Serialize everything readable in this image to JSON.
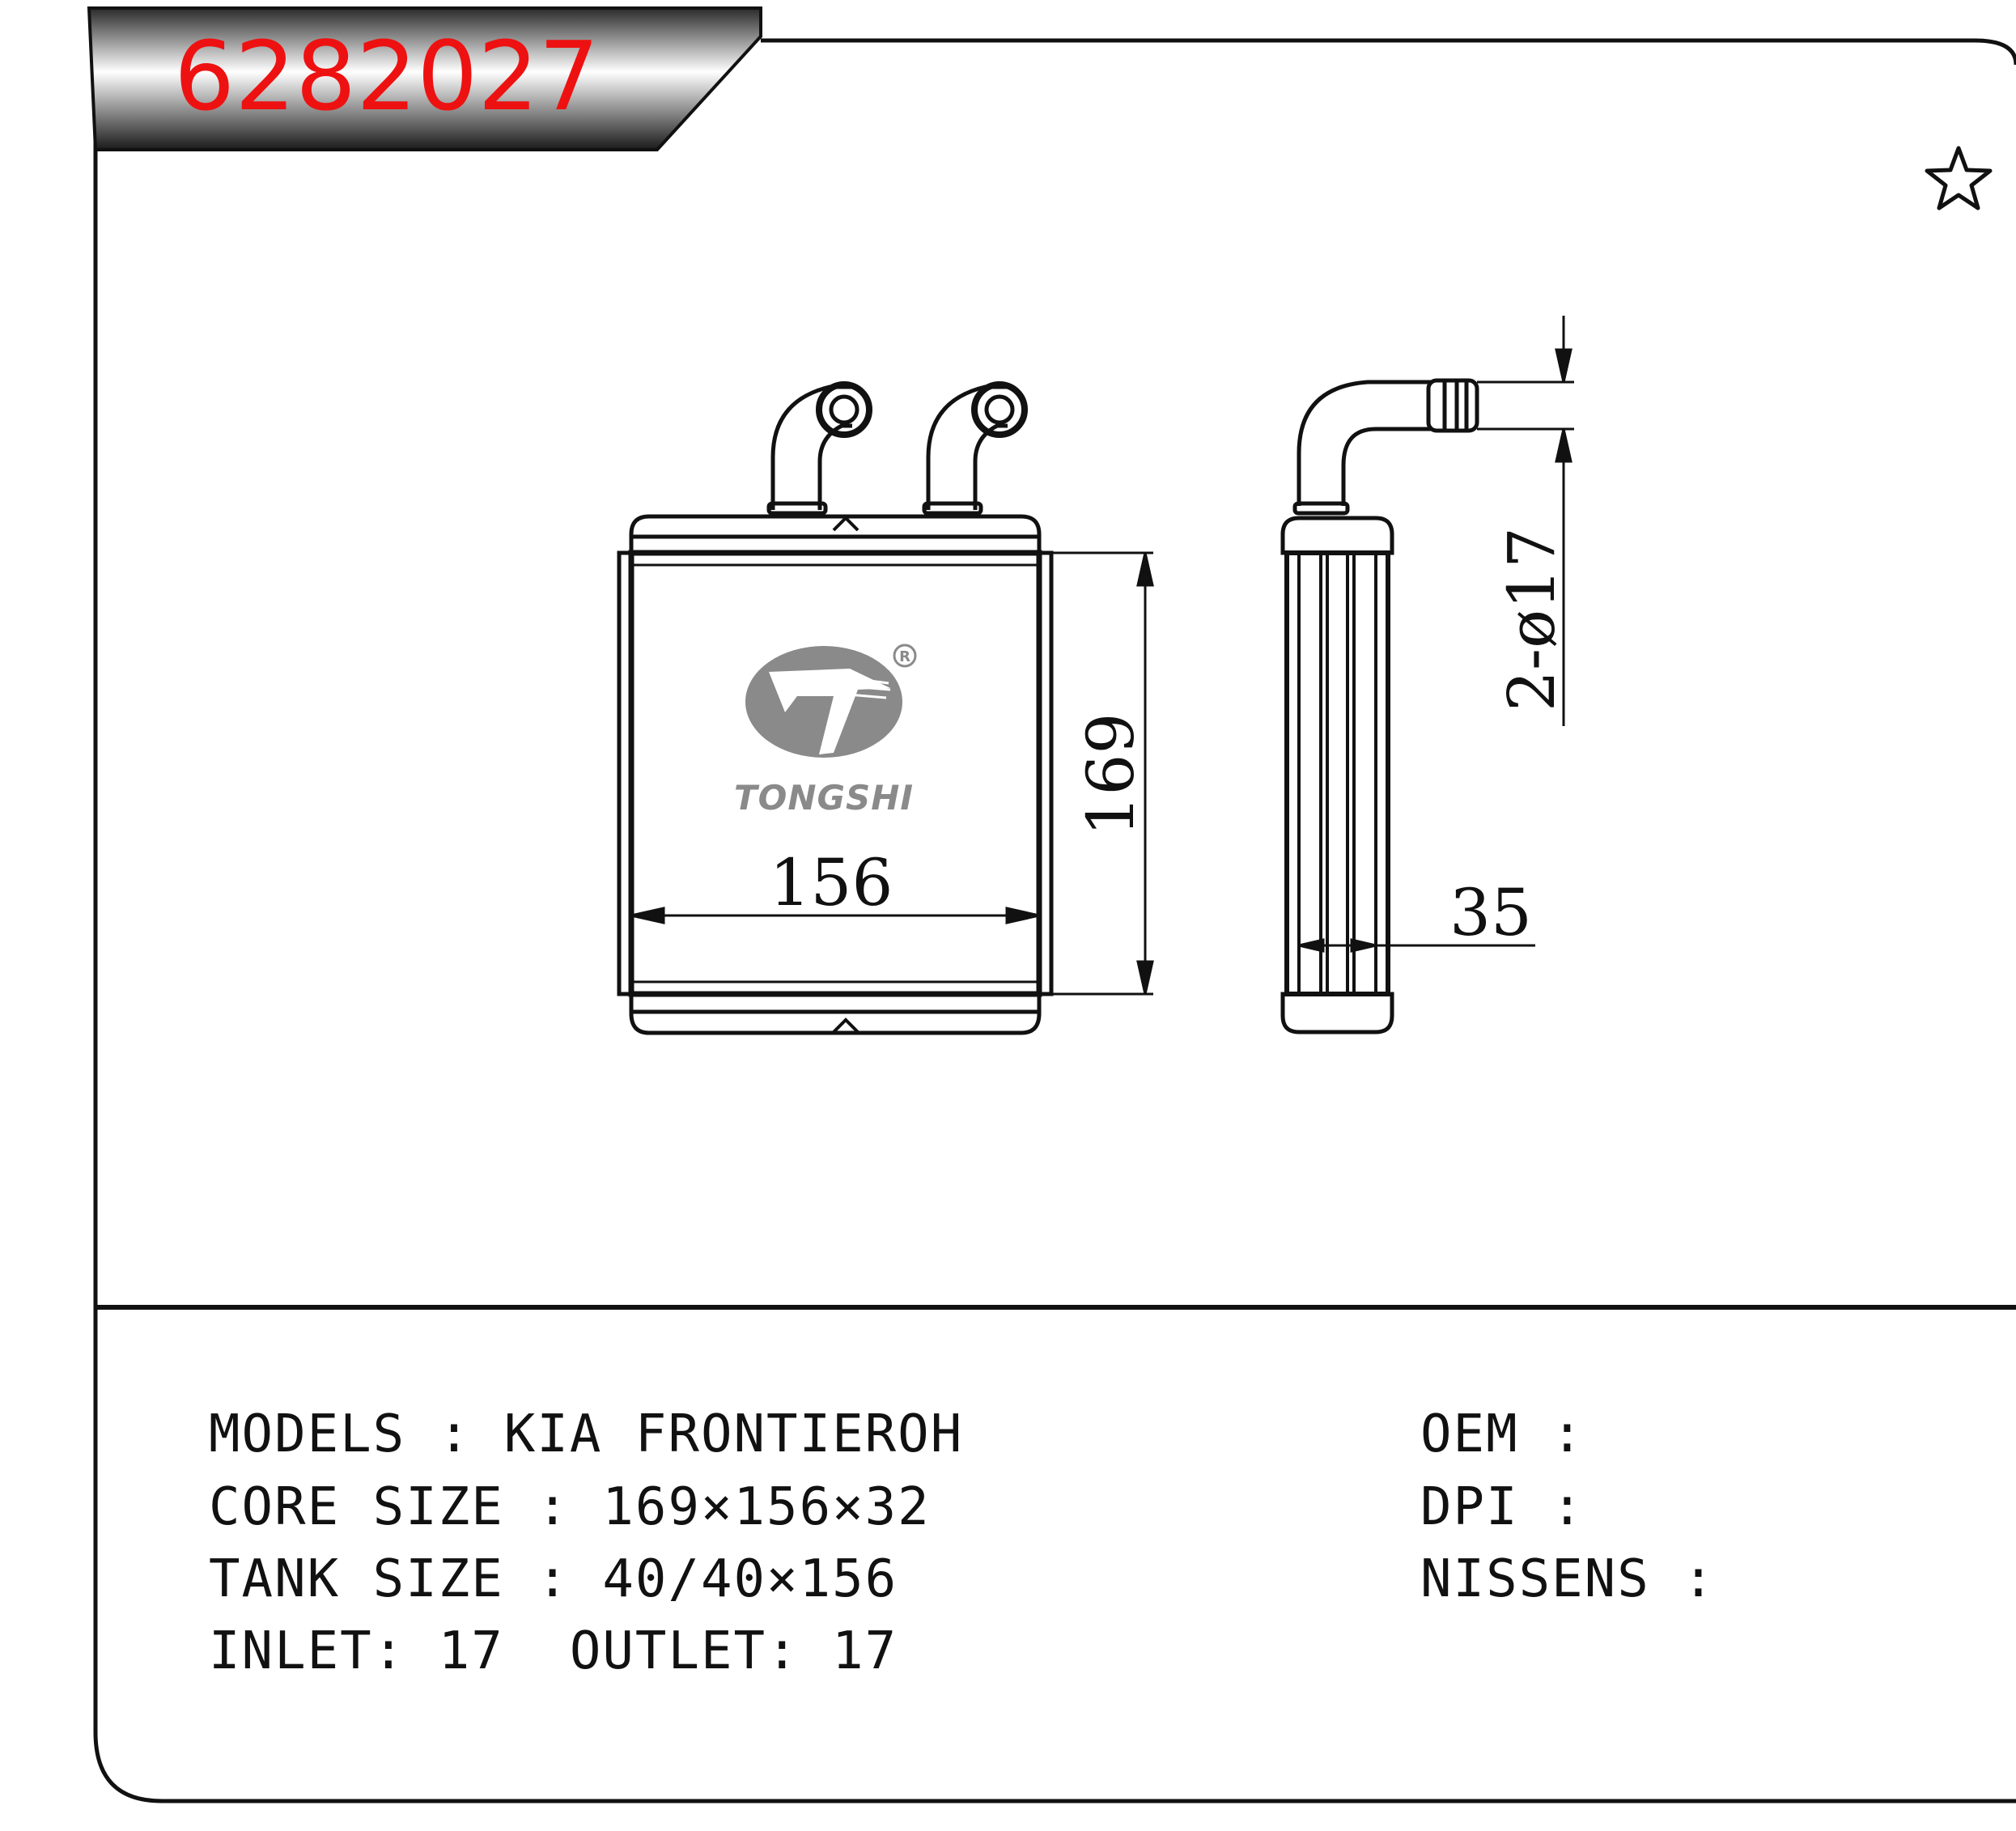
{
  "part_number": "6282027",
  "colors": {
    "part_number": "#ee1111",
    "line": "#111111",
    "logo_gray": "#8a8a8a"
  },
  "icons": {
    "favorite": "star-outline-icon"
  },
  "logo": {
    "brand": "TONGSHI",
    "registered_mark": "R"
  },
  "dimensions": {
    "height": "169",
    "width": "156",
    "depth": "35",
    "pipe_diameter": "2-ø17"
  },
  "specs": {
    "models": "MODELS : KIA FRONTIEROH",
    "core_size": "CORE SIZE : 169×156×32",
    "tank_size": "TANK SIZE : 40/40×156",
    "inlet_outlet": "INLET: 17  OUTLET: 17",
    "oem": "OEM :",
    "dpi": "DPI :",
    "nissens": "NISSENS :"
  }
}
